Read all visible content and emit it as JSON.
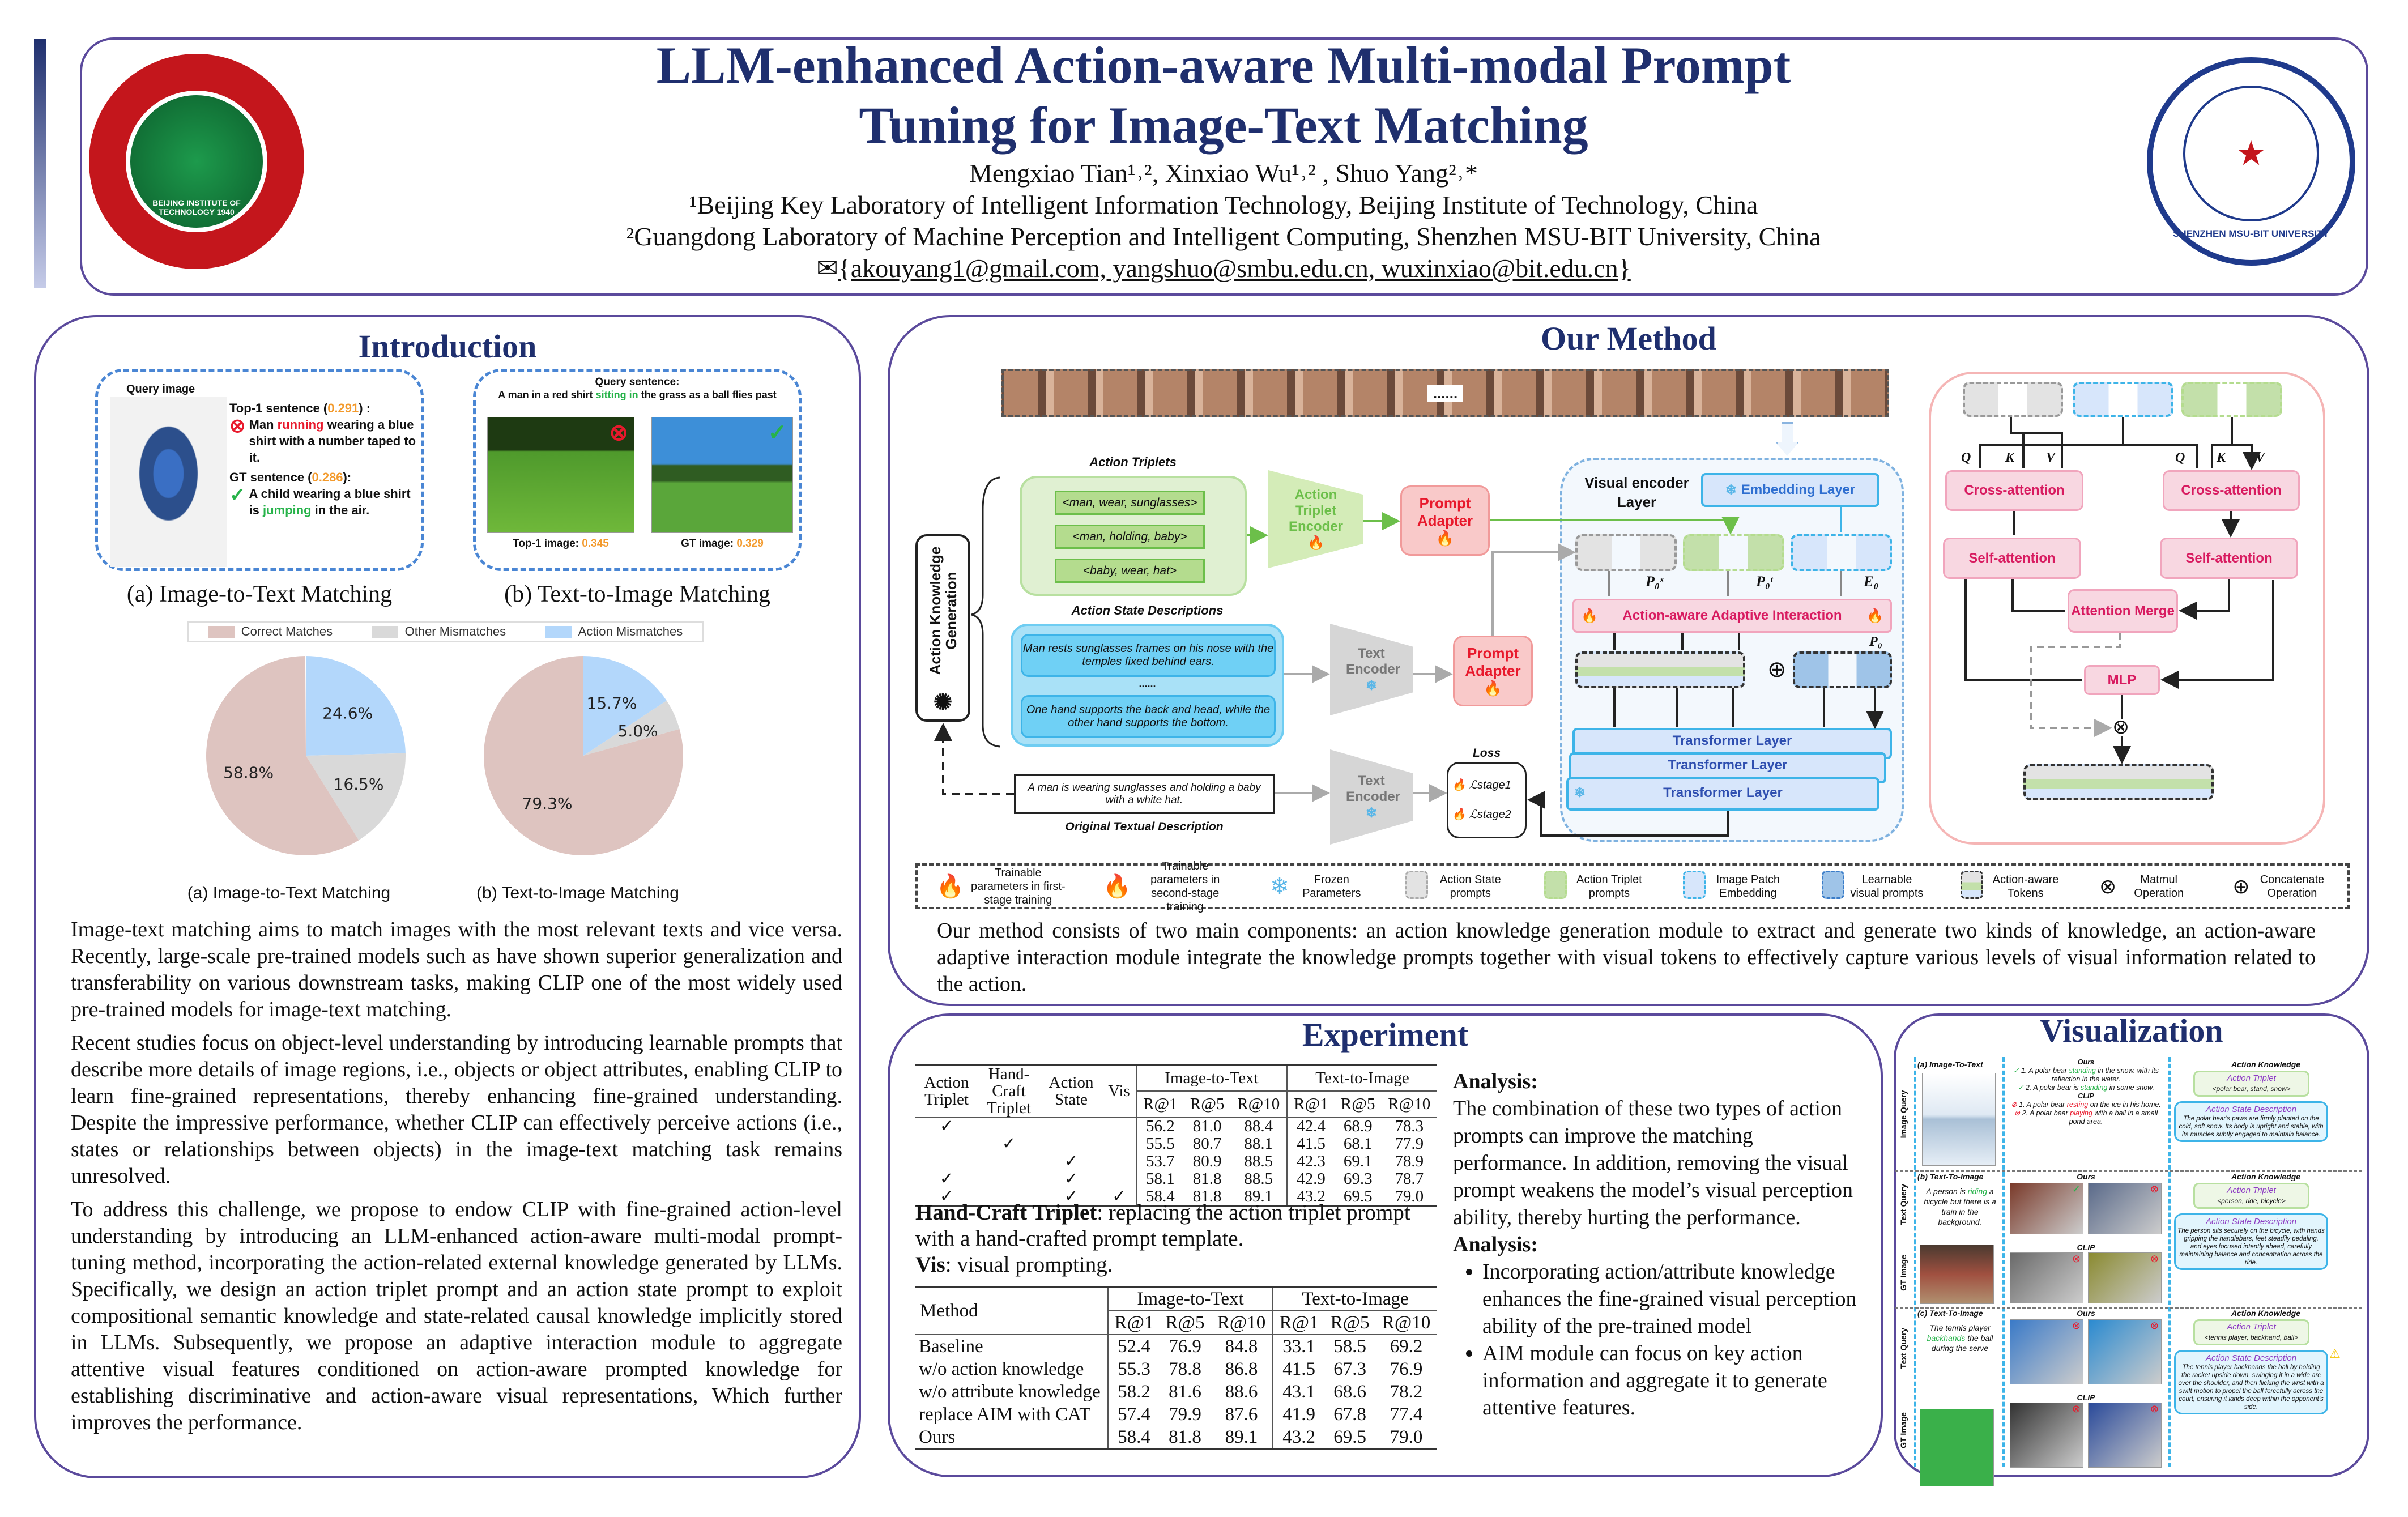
{
  "header": {
    "title_line1": "LLM-enhanced Action-aware Multi-modal Prompt",
    "title_line2": "Tuning for Image-Text Matching",
    "authors": "Mengxiao Tian¹˒², Xinxiao Wu¹˒² , Shuo Yang²˒*",
    "affil1": "¹Beijing Key Laboratory of Intelligent Information Technology, Beijing Institute of Technology, China",
    "affil2": "²Guangdong Laboratory of Machine Perception and Intelligent Computing,  Shenzhen MSU-BIT University, China",
    "email": "{akouyang1@gmail.com, yangshuo@smbu.edu.cn, wuxinxiao@bit.edu.cn}",
    "logo_left": "BEIJING INSTITUTE OF TECHNOLOGY 1940",
    "logo_right": "SHENZHEN MSU-BIT UNIVERSITY"
  },
  "intro": {
    "title": "Introduction",
    "fig_a": {
      "query_label": "Query image",
      "top1_label": "Top-1  sentence (",
      "top1_score": "0.291",
      "top1_end": ") :",
      "top1_pre": "Man ",
      "top1_hl": "running",
      "top1_post": " wearing a blue shirt with a number taped to it.",
      "gt_label": "GT  sentence (",
      "gt_score": "0.286",
      "gt_end": "):",
      "gt_pre": "A child wearing a blue shirt is ",
      "gt_hl": "jumping",
      "gt_post": " in the air.",
      "caption": "(a) Image-to-Text Matching"
    },
    "fig_b": {
      "query_label": "Query sentence:",
      "q_pre": "A man in a red shirt ",
      "q_hl": "sitting in",
      "q_post": " the grass as a ball flies past",
      "top1_label": "Top-1 image: ",
      "top1_score": "0.345",
      "gt_label": "GT image: ",
      "gt_score": "0.329",
      "caption": "(b) Text-to-Image Matching"
    },
    "paragraphs": [
      "Image-text matching aims to match images with the most relevant texts and vice versa. Recently, large-scale pre-trained models such as have shown superior generalization and transferability on various downstream tasks, making CLIP one of the most widely used pre-trained models for image-text matching.",
      "Recent studies focus on object-level understanding by introducing learnable prompts that describe more details of image regions, i.e., objects or object attributes, enabling CLIP to learn fine-grained representations, thereby enhancing fine-grained understanding. Despite the impressive performance, whether CLIP can effectively perceive actions (i.e., states or relationships between objects) in the image-text matching task remains unresolved.",
      "To address this challenge, we propose to endow CLIP with fine-grained action-level understanding by introducing an LLM-enhanced action-aware multi-modal prompt-tuning method, incorporating the action-related external knowledge generated by LLMs. Specifically, we design an action triplet prompt and an action state prompt to exploit compositional semantic knowledge and state-related causal knowledge implicitly stored in LLMs. Subsequently, we propose an adaptive interaction module to aggregate attentive visual features conditioned on action-aware prompted knowledge for establishing discriminative and action-aware visual representations, Which further improves the performance."
    ]
  },
  "chart_data": [
    {
      "type": "pie",
      "title": "(a) Image-to-Text Matching",
      "labels": [
        "Action Mismatches",
        "Other Mismatches",
        "Correct Matches"
      ],
      "values": [
        24.6,
        16.5,
        58.8
      ],
      "value_labels": [
        "24.6%",
        "16.5%",
        "58.8%"
      ],
      "colors": [
        "#b3d7fb",
        "#d9d9d9",
        "#dec4c0"
      ],
      "legend": [
        "Correct Matches",
        "Other Mismatches",
        "Action Mismatches"
      ],
      "legend_placement": "top"
    },
    {
      "type": "pie",
      "title": "(b) Text-to-Image Matching",
      "labels": [
        "Action Mismatches",
        "Other Mismatches",
        "Correct Matches"
      ],
      "values": [
        15.7,
        5.0,
        79.3
      ],
      "value_labels": [
        "15.7%",
        "5.0%",
        "79.3%"
      ],
      "colors": [
        "#b3d7fb",
        "#d9d9d9",
        "#dec4c0"
      ]
    }
  ],
  "method": {
    "title": "Our Method",
    "strip_dots": "......",
    "akg_label": "Action Knowledge Generation",
    "triplets_label": "Action Triplets",
    "triplets": [
      "<man, wear, sunglasses>",
      "<man, holding, baby>",
      "<baby, wear, hat>"
    ],
    "triplet_encoder": "Action Triplet Encoder",
    "prompt_adapter": "Prompt Adapter",
    "states_label": "Action State Descriptions",
    "states": [
      "Man rests sunglasses frames on his nose with the temples fixed behind ears.",
      "One hand supports the back and head, while the other hand supports the bottom."
    ],
    "states_dots": "......",
    "text_encoder": "Text Encoder",
    "orig_text": "A man is wearing sunglasses and holding a baby with a  white hat.",
    "orig_label": "Original Textual Description",
    "loss_label": "Loss",
    "loss1": "ℒstage1",
    "loss2": "ℒstage2",
    "visual_encoder": "Visual encoder Layer",
    "embedding": "Embedding  Layer",
    "p0s": "P₀ˢ",
    "p0t": "P₀ᵗ",
    "e0": "E₀",
    "p0": "P₀",
    "aai": "Action-aware Adaptive Interaction",
    "transformer": "Transformer Layer",
    "aai_detail": {
      "q": "Q",
      "k": "K",
      "v": "V",
      "cross": "Cross-attention",
      "self": "Self-attention",
      "merge": "Attention Merge",
      "mlp": "MLP"
    },
    "legend": [
      {
        "icon": "flame-red",
        "label": "Trainable parameters in first-stage training"
      },
      {
        "icon": "flame-pink",
        "label": "Trainable parameters in second-stage training"
      },
      {
        "icon": "snowflake",
        "label": "Frozen Parameters"
      },
      {
        "icon": "gray-token",
        "label": "Action State prompts"
      },
      {
        "icon": "green-token",
        "label": "Action Triplet prompts"
      },
      {
        "icon": "lightblue-token",
        "label": "Image Patch Embedding"
      },
      {
        "icon": "blue-token",
        "label": "Learnable visual prompts"
      },
      {
        "icon": "mixed-token",
        "label": "Action-aware Tokens"
      },
      {
        "icon": "matmul",
        "label": "Matmul Operation"
      },
      {
        "icon": "concat",
        "label": "Concatenate Operation"
      }
    ],
    "description": "Our method consists of two main components: an action knowledge generation module to extract and generate two kinds of knowledge, an action-aware adaptive interaction module integrate the knowledge prompts together with visual tokens to effectively capture various levels of visual information related to the action."
  },
  "experiment": {
    "title": "Experiment",
    "table1": {
      "headers": [
        "Action Triplet",
        "Hand-Craft Triplet",
        "Action State",
        "Vis"
      ],
      "groups": [
        "Image-to-Text",
        "Text-to-Image"
      ],
      "metrics": [
        "R@1",
        "R@5",
        "R@10",
        "R@1",
        "R@5",
        "R@10"
      ],
      "rows": [
        {
          "checks": [
            "✓",
            "",
            "",
            ""
          ],
          "vals": [
            "56.2",
            "81.0",
            "88.4",
            "42.4",
            "68.9",
            "78.3"
          ]
        },
        {
          "checks": [
            "",
            "✓",
            "",
            ""
          ],
          "vals": [
            "55.5",
            "80.7",
            "88.1",
            "41.5",
            "68.1",
            "77.9"
          ]
        },
        {
          "checks": [
            "",
            "",
            "✓",
            ""
          ],
          "vals": [
            "53.7",
            "80.9",
            "88.5",
            "42.3",
            "69.1",
            "78.9"
          ]
        },
        {
          "checks": [
            "✓",
            "",
            "✓",
            ""
          ],
          "vals": [
            "58.1",
            "81.8",
            "88.5",
            "42.9",
            "69.3",
            "78.7"
          ]
        },
        {
          "checks": [
            "✓",
            "",
            "✓",
            "✓"
          ],
          "vals": [
            "58.4",
            "81.8",
            "89.1",
            "43.2",
            "69.5",
            "79.0"
          ]
        }
      ]
    },
    "note1_bold": "Hand-Craft Triplet",
    "note1": ": replacing the action triplet prompt with a hand-crafted prompt template.",
    "note2_bold": "Vis",
    "note2": ":  visual prompting.",
    "table2": {
      "method_header": "Method",
      "groups": [
        "Image-to-Text",
        "Text-to-Image"
      ],
      "metrics": [
        "R@1",
        "R@5",
        "R@10",
        "R@1",
        "R@5",
        "R@10"
      ],
      "rows": [
        {
          "name": "Baseline",
          "vals": [
            "52.4",
            "76.9",
            "84.8",
            "33.1",
            "58.5",
            "69.2"
          ]
        },
        {
          "name": "w/o action knowledge",
          "vals": [
            "55.3",
            "78.8",
            "86.8",
            "41.5",
            "67.3",
            "76.9"
          ]
        },
        {
          "name": "w/o attribute knowledge",
          "vals": [
            "58.2",
            "81.6",
            "88.6",
            "43.1",
            "68.6",
            "78.2"
          ]
        },
        {
          "name": "replace AIM with CAT",
          "vals": [
            "57.4",
            "79.9",
            "87.6",
            "41.9",
            "67.8",
            "77.4"
          ]
        },
        {
          "name": "Ours",
          "vals": [
            "58.4",
            "81.8",
            "89.1",
            "43.2",
            "69.5",
            "79.0"
          ]
        }
      ]
    },
    "analysis1_title": "Analysis:",
    "analysis1": "The combination of these two types of action prompts can improve the matching performance. In addition, removing the visual prompt weakens the model’s visual perception ability, thereby hurting the performance.",
    "analysis2_title": "Analysis:",
    "bullets": [
      "Incorporating action/attribute knowledge enhances the fine-grained visual perception ability of the pre-trained model",
      "AIM module can focus on key action information and aggregate it to generate attentive features."
    ]
  },
  "visualization": {
    "title": "Visualization",
    "row_labels": [
      [
        "Image Query"
      ],
      [
        "Text Query",
        "GT Image"
      ],
      [
        "Text Query",
        "GT Image"
      ]
    ],
    "rows": [
      {
        "head": "(a) Image-To-Text",
        "ours": "Ours",
        "clip": "CLIP",
        "ours_items": [
          {
            "pre": "1. A polar bear ",
            "hl": "standing",
            "post": " in the snow. with its reflection in the water."
          },
          {
            "pre": "2. A polar bear is ",
            "hl": "standing",
            "post": " in some snow."
          }
        ],
        "clip_items": [
          {
            "pre": "1. A polar bear ",
            "hl": "resting",
            "post": " on the ice in his home."
          },
          {
            "pre": "2. A polar bear ",
            "hl": "playing",
            "post": " with a ball in a small pond area."
          }
        ],
        "ak": "Action Knowledge",
        "at": "Action Triplet",
        "triplet": "<polar bear, stand, snow>",
        "asd": "Action State Description",
        "desc": "The polar bear's paws are firmly planted on the cold, soft snow. Its body is upright and stable, with its muscles subtly engaged to maintain balance."
      },
      {
        "head": "(b) Text-To-Image",
        "ours": "Ours",
        "clip": "CLIP",
        "q_pre": "A person is ",
        "q_hl": "riding",
        "q_post": " a bicycle but there is a train in the background.",
        "ak": "Action Knowledge",
        "at": "Action Triplet",
        "triplet": "<person, ride, bicycle>",
        "asd": "Action State Description",
        "desc": "The person sits securely on the bicycle, with hands gripping the handlebars, feet steadily pedaling, and eyes focused intently ahead, carefully maintaining balance and concentration across the ride."
      },
      {
        "head": "(c) Text-To-Image",
        "ours": "Ours",
        "clip": "CLIP",
        "q_pre": "The tennis player ",
        "q_hl": "backhands",
        "q_post": " the ball during the serve",
        "ak": "Action Knowledge",
        "at": "Action Triplet",
        "triplet": "<tennis player, backhand, ball>",
        "asd": "Action State Description",
        "desc": "The tennis player backhands the ball by holding the racket upside down, swinging it in a wide arc over the shoulder, and then flicking the wrist with a swift motion to propel the ball forcefully across the court, ensuring it lands deep within the opponent’s side."
      }
    ]
  },
  "colors": {
    "accent": "#1f2f6e",
    "panel_border": "#5b4a9c",
    "highlight_red": "#e8192c",
    "highlight_green": "#27b34a",
    "score_orange": "#f39a2c",
    "pink": "#f8d7e1",
    "pink_text": "#d81b60"
  }
}
